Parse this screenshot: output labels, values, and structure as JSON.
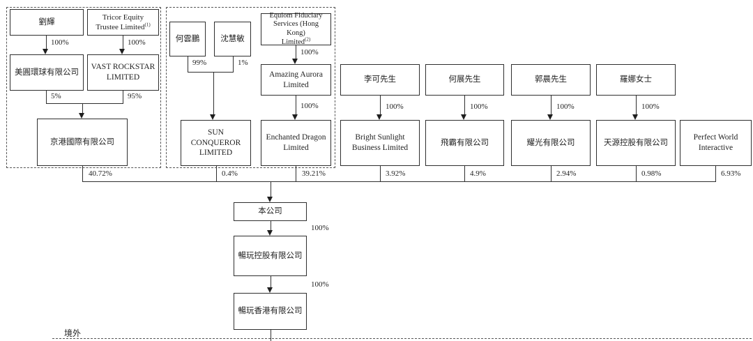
{
  "colors": {
    "ink": "#1f1f1f",
    "background": "#ffffff",
    "dashed_border": "#555555"
  },
  "region_label": "境外",
  "entities": {
    "liu_hui": {
      "lines": [
        "劉輝"
      ]
    },
    "tricor": {
      "lines": [
        "Tricor Equity",
        "Trustee Limited"
      ],
      "sup": "(1)"
    },
    "meiyuan": {
      "lines": [
        "美圓環球有限公司"
      ]
    },
    "vast": {
      "lines": [
        "VAST ROCKSTAR",
        "LIMITED"
      ]
    },
    "jinggang": {
      "lines": [
        "京港國際有限公司"
      ]
    },
    "he_yunpeng": {
      "lines": [
        "何雲鵬"
      ]
    },
    "shen_huimin": {
      "lines": [
        "沈慧敏"
      ]
    },
    "equiom": {
      "lines": [
        "Equiom Fiduciary",
        "Services (Hong Kong)",
        "Limited"
      ],
      "sup": "(2)"
    },
    "amazing": {
      "lines": [
        "Amazing Aurora",
        "Limited"
      ]
    },
    "sun": {
      "lines": [
        "SUN",
        "CONQUEROR",
        "LIMITED"
      ]
    },
    "enchanted": {
      "lines": [
        "Enchanted Dragon",
        "Limited"
      ]
    },
    "li_ke": {
      "lines": [
        "李可先生"
      ]
    },
    "bright": {
      "lines": [
        "Bright Sunlight",
        "Business Limited"
      ]
    },
    "he_zhan": {
      "lines": [
        "何展先生"
      ]
    },
    "feiba": {
      "lines": [
        "飛霸有限公司"
      ]
    },
    "guo_chen": {
      "lines": [
        "郭晨先生"
      ]
    },
    "yaoguang": {
      "lines": [
        "耀光有限公司"
      ]
    },
    "luo_na": {
      "lines": [
        "羅娜女士"
      ]
    },
    "tianyuan": {
      "lines": [
        "天源控股有限公司"
      ]
    },
    "perfect": {
      "lines": [
        "Perfect World",
        "Interactive"
      ]
    },
    "company": {
      "lines": [
        "本公司"
      ]
    },
    "cw_holdings": {
      "lines": [
        "暢玩控股有限公司"
      ]
    },
    "cw_hk": {
      "lines": [
        "暢玩香港有限公司"
      ]
    }
  },
  "edges": {
    "liu_to_meiyuan": "100%",
    "tricor_to_vast": "100%",
    "meiyuan_to_jinggang": "5%",
    "vast_to_jinggang": "95%",
    "jinggang_to_company": "40.72%",
    "heyunpeng_to_sun": "99%",
    "shenhuimin_to_sun": "1%",
    "equiom_to_amazing": "100%",
    "amazing_to_enchanted": "100%",
    "sun_to_company": "0.4%",
    "enchanted_to_company": "39.21%",
    "like_to_bright": "100%",
    "bright_to_company": "3.92%",
    "hezhan_to_feiba": "100%",
    "feiba_to_company": "4.9%",
    "guochen_to_yaoguang": "100%",
    "yaoguang_to_company": "2.94%",
    "luona_to_tianyuan": "100%",
    "tianyuan_to_company": "0.98%",
    "perfect_to_company": "6.93%",
    "company_to_holdings": "100%",
    "holdings_to_hk": "100%"
  }
}
